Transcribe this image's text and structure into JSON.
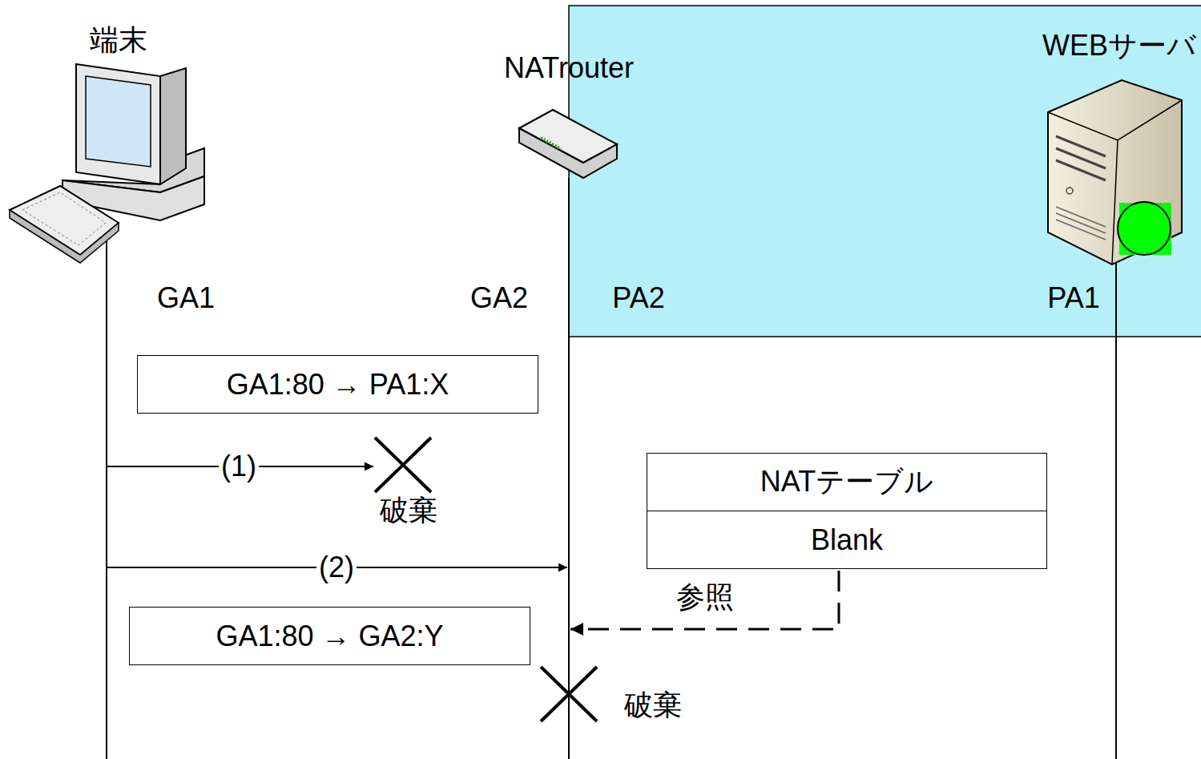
{
  "diagram": {
    "nodes": [
      {
        "text": [
          "GA1:80 → PA1:X"
        ]
      },
      {
        "text": [
          "NATテーブル",
          "Blank"
        ]
      },
      {
        "text": [
          "GA1:80 → GA2:Y"
        ]
      }
    ],
    "labels": [
      "端末",
      "NATrouter",
      "WEBサーバ",
      "GA1",
      "GA2",
      "PA2",
      "PA1",
      "(1)",
      "破棄",
      "(2)",
      "参照",
      "破棄"
    ]
  }
}
